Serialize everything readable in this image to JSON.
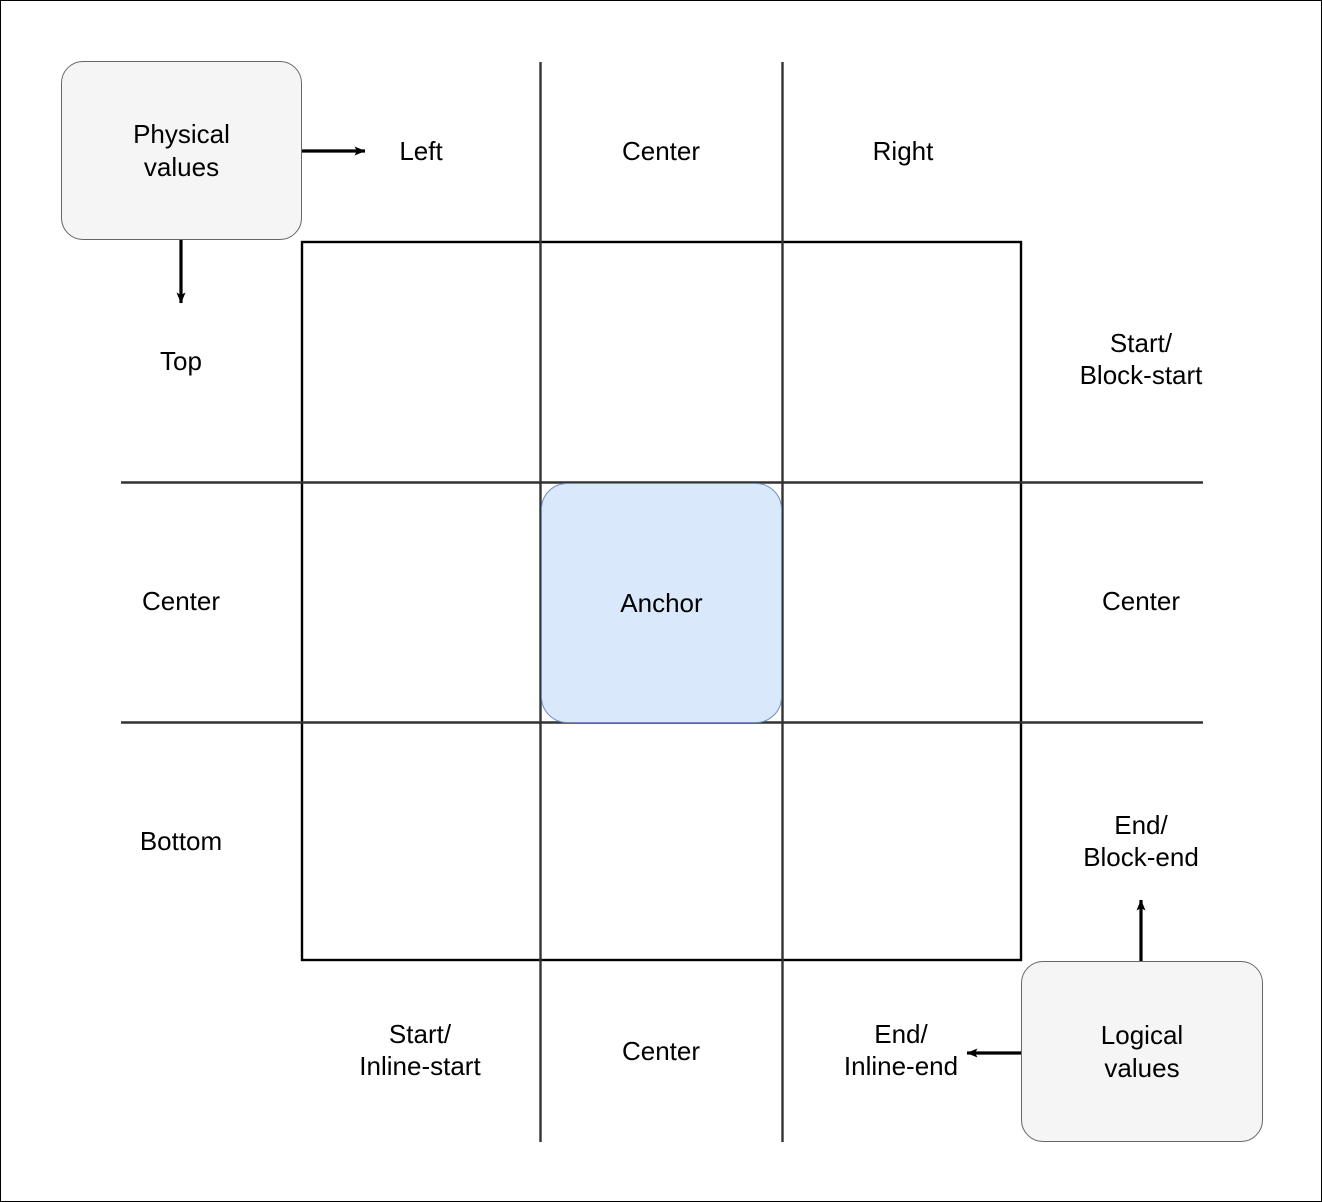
{
  "diagram": {
    "title": "CSS anchor positioning physical vs logical values grid",
    "colors": {
      "grey_fill": "#f5f5f5",
      "grey_stroke": "#666666",
      "blue_fill": "#dae8fc",
      "blue_stroke": "#6c8ebf",
      "line": "#000000",
      "grid_line": "#333333"
    },
    "legend_boxes": {
      "physical": "Physical\nvalues",
      "logical": "Logical\nvalues"
    },
    "anchor": {
      "label": "Anchor"
    },
    "top_labels": [
      {
        "text": "Left"
      },
      {
        "text": "Center"
      },
      {
        "text": "Right"
      }
    ],
    "left_labels": [
      {
        "text": "Top"
      },
      {
        "text": "Center"
      },
      {
        "text": "Bottom"
      }
    ],
    "right_labels": [
      {
        "text": "Start/\nBlock-start"
      },
      {
        "text": "Center"
      },
      {
        "text": "End/\nBlock-end"
      }
    ],
    "bottom_labels": [
      {
        "text": "Start/\nInline-start"
      },
      {
        "text": "Center"
      },
      {
        "text": "End/\nInline-end"
      }
    ],
    "arrows": [
      {
        "name": "physical-to-left",
        "direction": "right"
      },
      {
        "name": "physical-to-top",
        "direction": "down"
      },
      {
        "name": "logical-to-inline-end",
        "direction": "left"
      },
      {
        "name": "logical-to-block-end",
        "direction": "up"
      }
    ]
  }
}
